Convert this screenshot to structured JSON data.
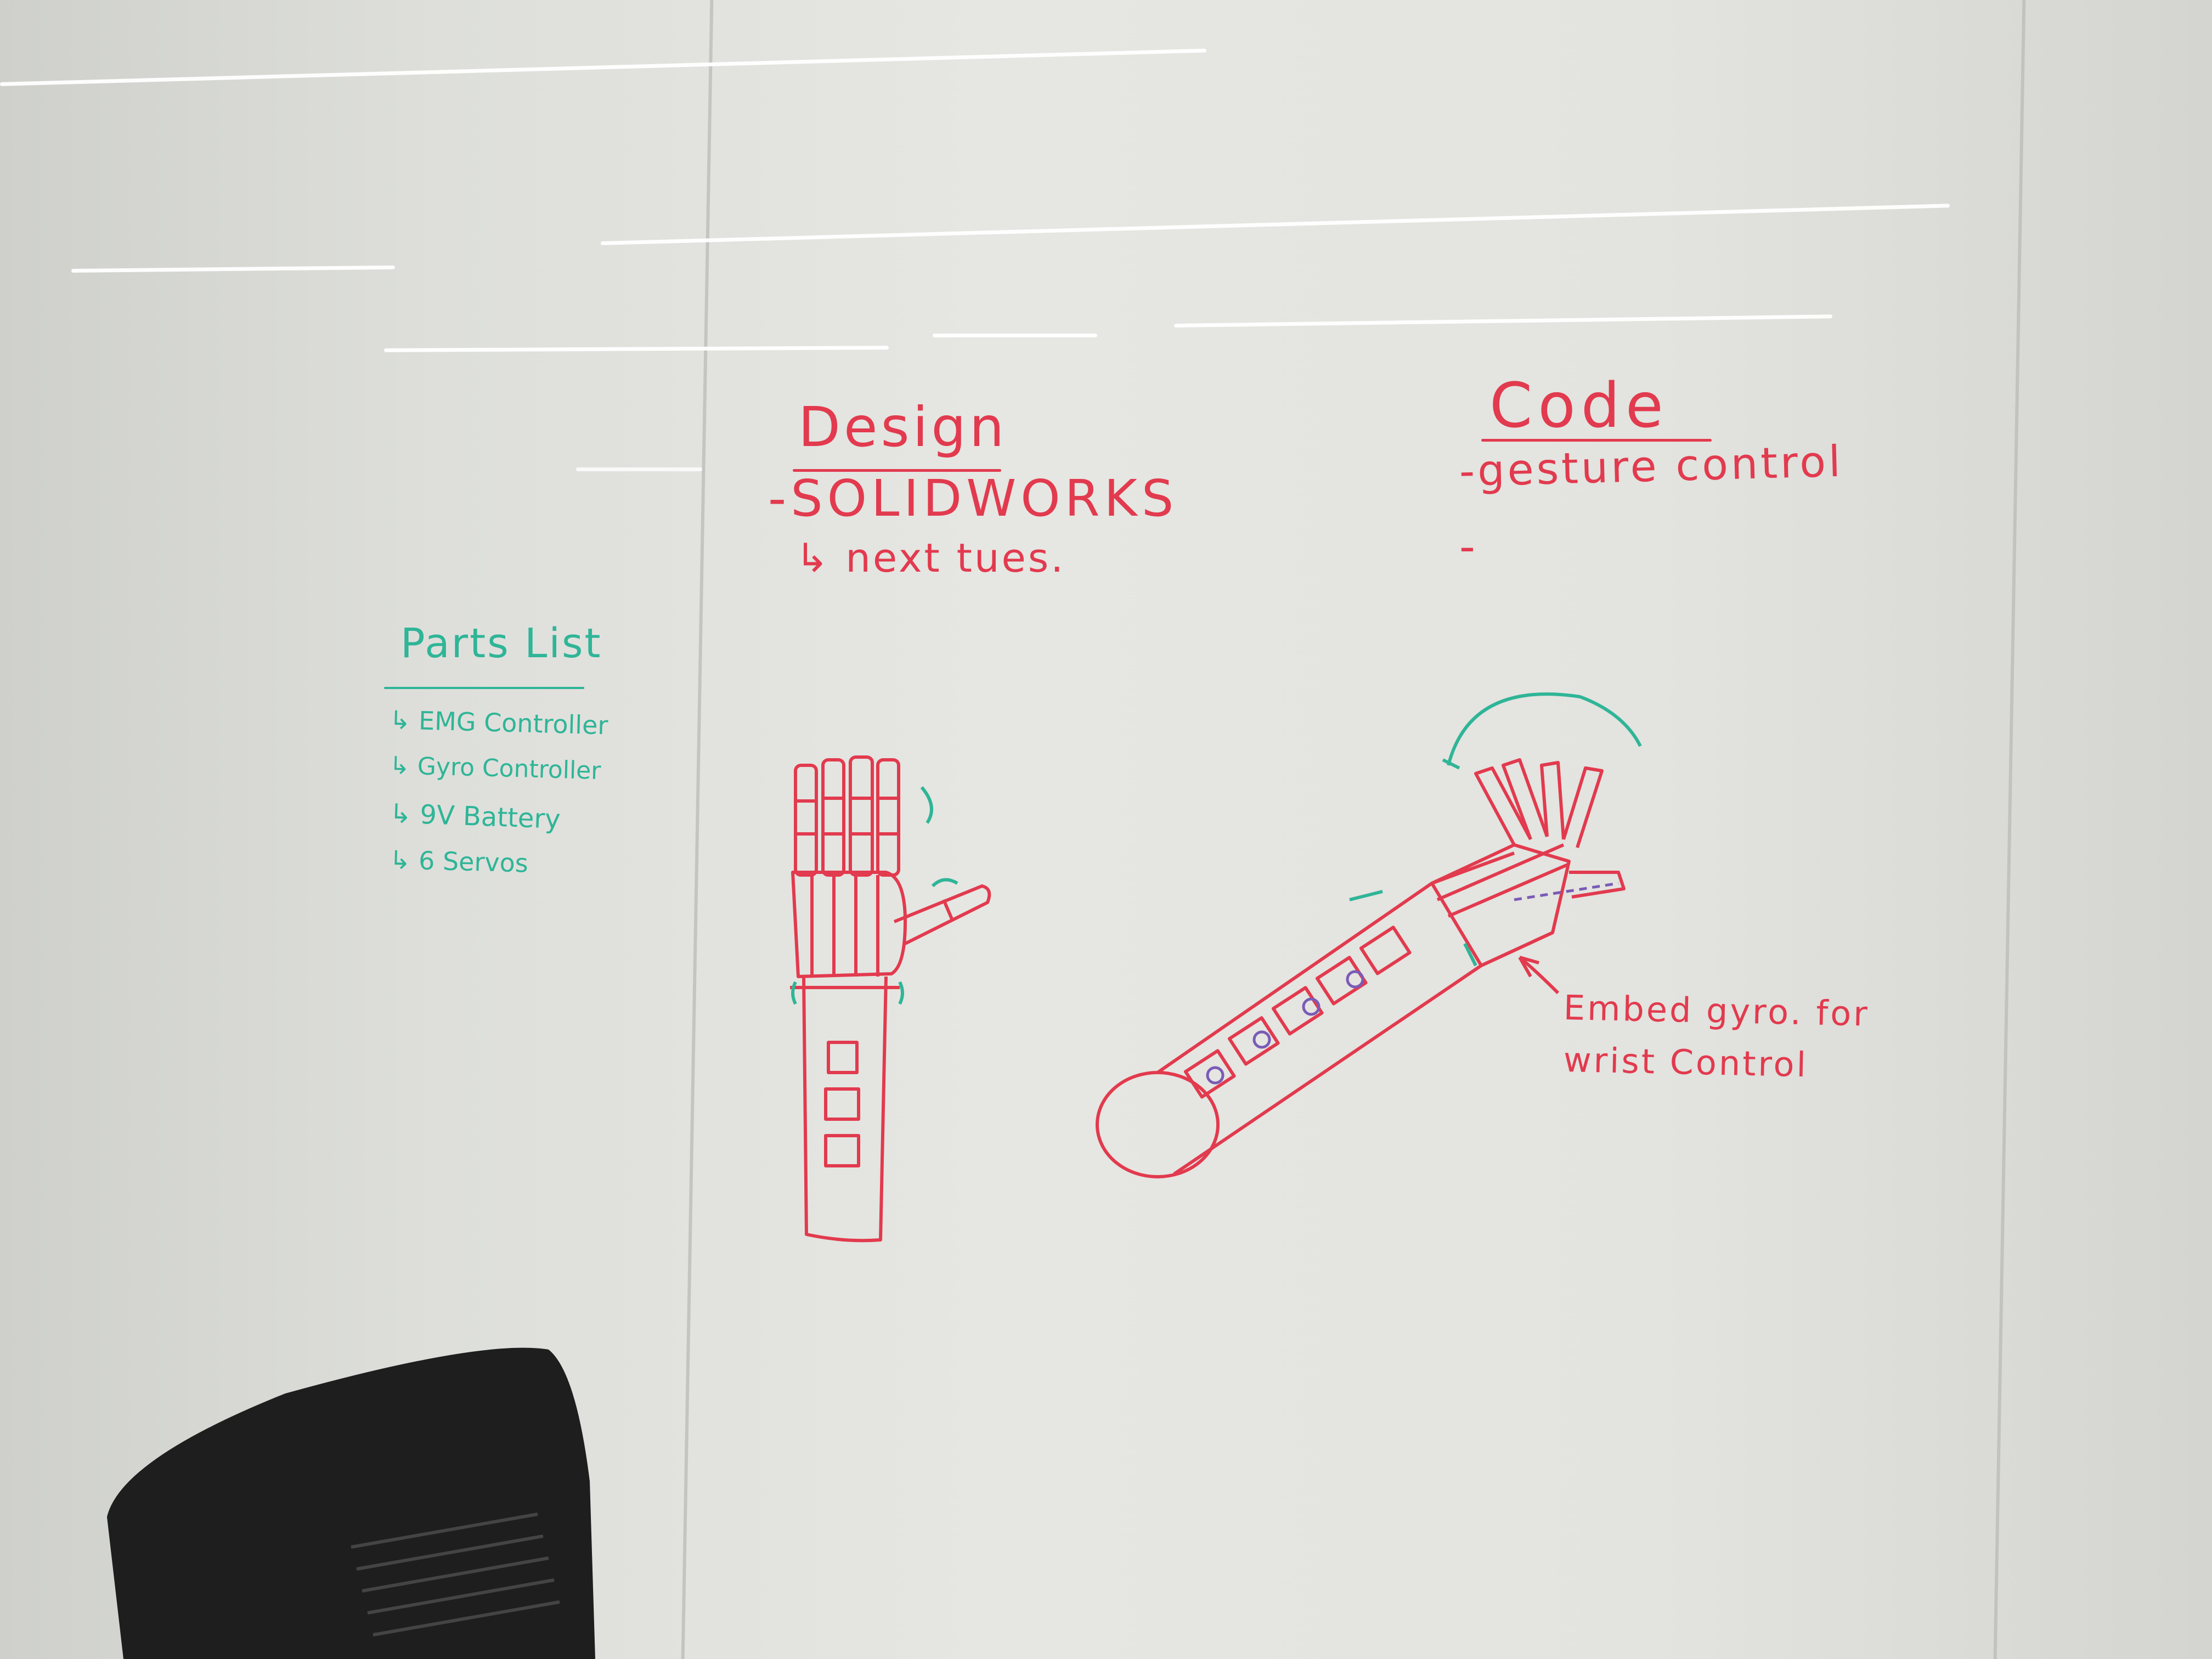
{
  "design": {
    "heading": "Design",
    "item_1": "-SOLIDWORKS",
    "item_1_sub": "↳ next tues."
  },
  "code": {
    "heading": "Code",
    "item_1": "-gesture control",
    "item_2": "-"
  },
  "parts_list": {
    "heading": "Parts List",
    "items": [
      "↳ EMG Controller",
      "↳ Gyro Controller",
      "↳ 9V Battery",
      "↳ 6 Servos"
    ]
  },
  "annotation": {
    "line_1": "Embed gyro. for",
    "line_2": "wrist Control"
  },
  "colors": {
    "red_marker": "#e23a4e",
    "teal_marker": "#2fb597",
    "whiteboard": "#e2e2de",
    "chair": "#1e1e1e"
  }
}
